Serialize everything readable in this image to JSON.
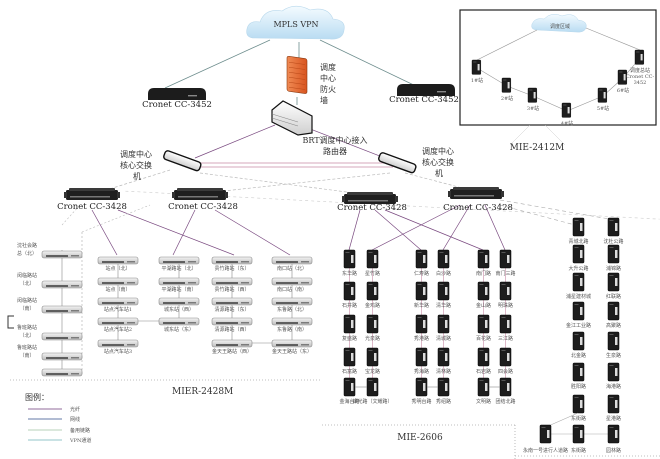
{
  "cloud": {
    "label": "MPLS VPN"
  },
  "firewall": {
    "label_lines": [
      "调度",
      "中心",
      "防火",
      "墙"
    ]
  },
  "router": {
    "label_lines": [
      "BRT调度中心接入",
      "路由器"
    ]
  },
  "gateways": [
    {
      "label": "Cronet CC-3452"
    },
    {
      "label": "Cronet CC-3452"
    }
  ],
  "core_switches": [
    {
      "label_lines": [
        "调度中心",
        "核心交换",
        "机"
      ]
    },
    {
      "label_lines": [
        "调度中心",
        "核心交换",
        "机"
      ]
    }
  ],
  "aggregation_switches": [
    {
      "label": "Cronet CC-3428"
    },
    {
      "label": "Cronet CC-3428"
    },
    {
      "label": "Cronet CC-3428"
    },
    {
      "label": "Cronet CC-3428"
    }
  ],
  "inset": {
    "cloud_label": "调度区域",
    "zone_label": "MIE-2412M",
    "nodes": [
      {
        "label": "1#站"
      },
      {
        "label": "2#站"
      },
      {
        "label": "3#站"
      },
      {
        "label": "4#站"
      },
      {
        "label": "5#站"
      },
      {
        "label": "6#站"
      },
      {
        "label_lines": [
          "调度总站",
          "Cronet CC-",
          "3452"
        ]
      }
    ]
  },
  "zone_mier": {
    "label": "MIER-2428M",
    "left_column": [
      {
        "label_lines": [
          "沈社会路",
          "总（北）"
        ]
      },
      {
        "label_lines": [
          "闵临路站",
          "（北）"
        ]
      },
      {
        "label_lines": [
          "闵临路站",
          "（南）"
        ]
      },
      {
        "label_lines": [
          "鲁班路站",
          "（北）"
        ]
      },
      {
        "label_lines": [
          "鲁班路站",
          "（南）"
        ]
      },
      {
        "label_lines": [
          ""
        ]
      }
    ],
    "columns": [
      [
        {
          "label": "站点（北）"
        },
        {
          "label": "站点（南）"
        },
        {
          "label": "站点汽车站1"
        },
        {
          "label": "站点汽车站2"
        },
        {
          "label": "站点汽车站3"
        }
      ],
      [
        {
          "label": "平湖路站（北）"
        },
        {
          "label": "平湖路站（南）"
        },
        {
          "label": "城东站（西）"
        },
        {
          "label": "城东站（东）"
        }
      ],
      [
        {
          "label": "贵竹路站（东）"
        },
        {
          "label": "贵竹路站（西）"
        },
        {
          "label": "清源路站（东）"
        },
        {
          "label": "清源路站（西）"
        },
        {
          "label": "金天王路站（西）"
        }
      ],
      [
        {
          "label": "南口站（北）"
        },
        {
          "label": "南口站（南）"
        },
        {
          "label": "东鲁路（北）"
        },
        {
          "label": "东鲁路（南）"
        },
        {
          "label": "金天王路站（东）"
        }
      ]
    ]
  },
  "zone_mie2606": {
    "label": "MIE-2606",
    "columns": [
      [
        "东华路",
        "石井路",
        "复盛路",
        "石富路",
        "金海台路"
      ],
      [
        "星竹路",
        "金鸡路",
        "光泉路",
        "宝龙路",
        "锦光路（文耀路）"
      ],
      [
        "仁寿路",
        "新华路",
        "秀港路",
        "秀海路",
        "秀明台路"
      ],
      [
        "白沙路",
        "清华路",
        "清城路",
        "清林路",
        "秀绍路"
      ],
      [
        "南门路",
        "金山路",
        "百花路",
        "石岩路",
        "文明路"
      ],
      [
        "南门三路",
        "明珠路",
        "三江路",
        "四会路",
        "团结北路"
      ]
    ]
  },
  "zone_right": {
    "columns": [
      [
        "青城北路",
        "大升公路",
        "浦星建材城",
        "金江工业路",
        "北金路",
        "胜阳路",
        "东街路"
      ],
      [
        "沈杜公路",
        "浦锦路",
        "红联路",
        "高聚路",
        "生泉路",
        "海港路",
        "星港路"
      ]
    ],
    "bottom_row": [
      "永南一号进行人道路",
      "东街路",
      "园林路"
    ]
  },
  "legend": {
    "title": "图例：",
    "items": [
      {
        "label": "光纤",
        "color": "#6b3a7a"
      },
      {
        "label": "网线",
        "color": "#2f4d8a"
      },
      {
        "label": "备用链路",
        "color": "#9fc3a0"
      },
      {
        "label": "VPN通道",
        "color": "#6fb3b8"
      }
    ]
  },
  "colors": {
    "fiber": "#7a4a80",
    "trunk_pink": "#c98aa5",
    "dashed": "#aaaaaa",
    "firewall": "#e8743a",
    "cloud": "#cfe8f7"
  }
}
